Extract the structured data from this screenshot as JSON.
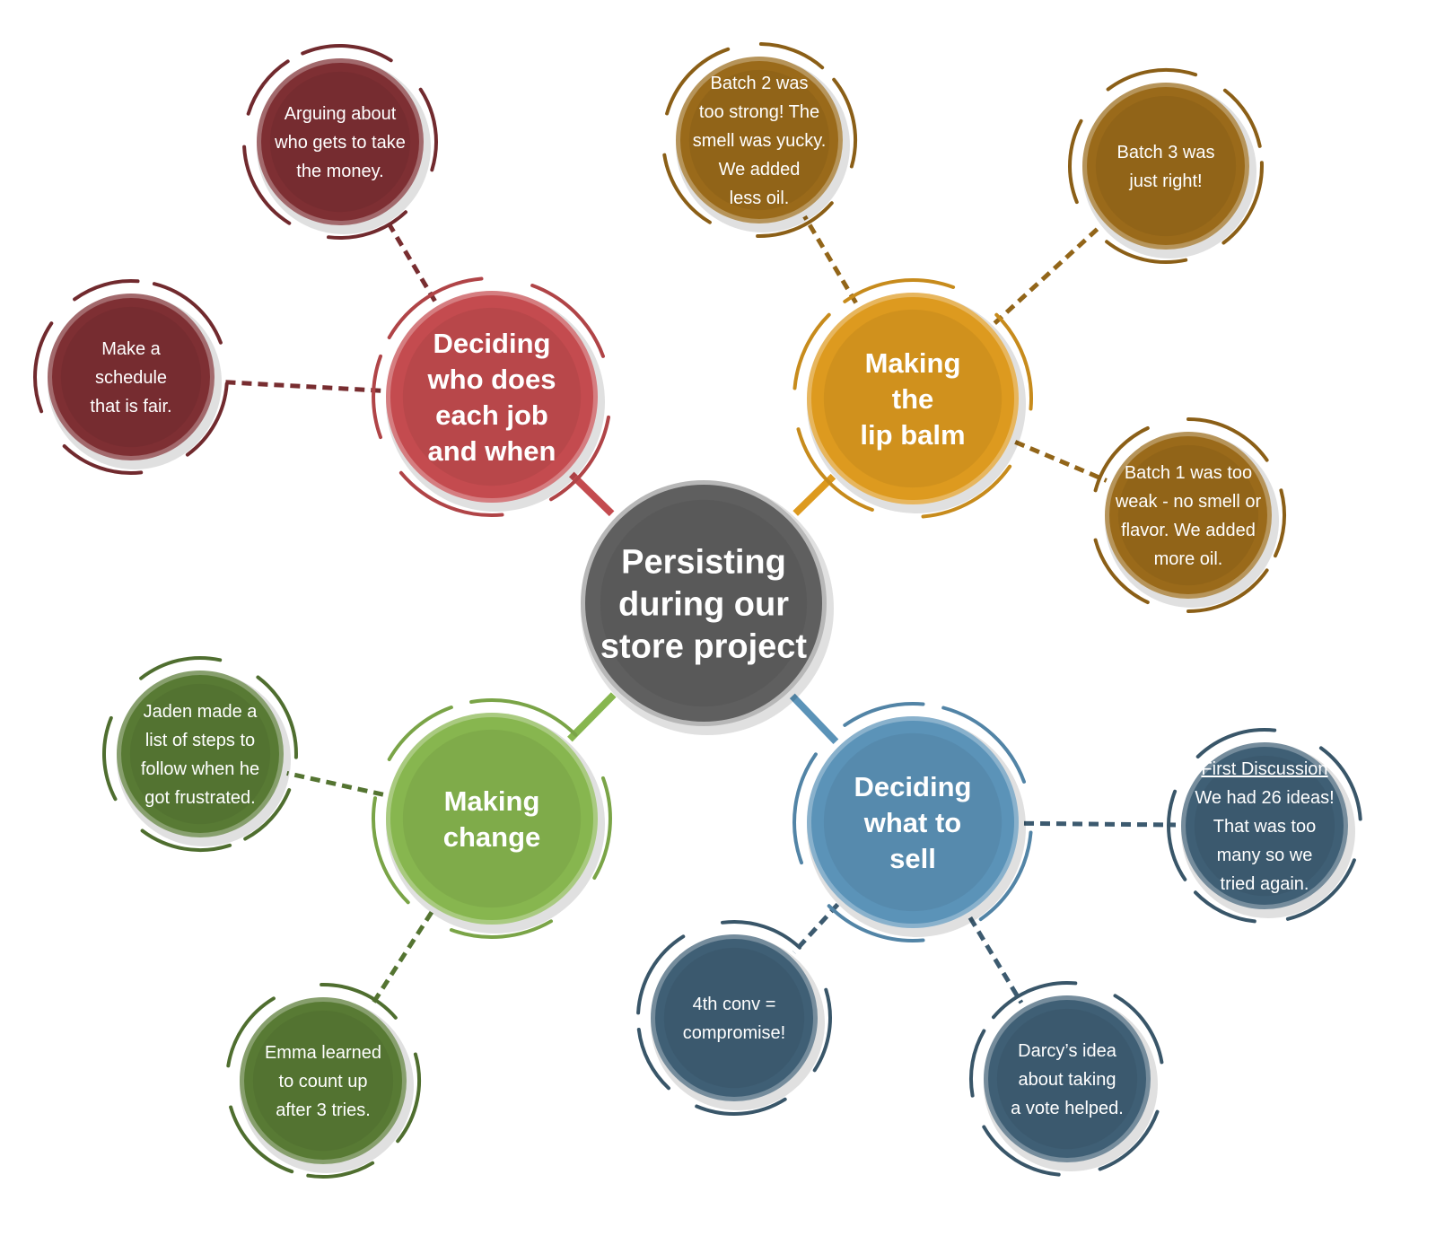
{
  "palette": {
    "center": "#5f5f5f",
    "red": "#c44b4f",
    "red_dark": "#7e2f33",
    "orange": "#dd9a1f",
    "orange_dark": "#9a6a1a",
    "green": "#87b64f",
    "green_dark": "#587a34",
    "blue": "#5b93b8",
    "blue_dark": "#3f5f75"
  },
  "center": {
    "lines": [
      "Persisting",
      "during our",
      "store project"
    ]
  },
  "branches": [
    {
      "id": "deciding-jobs",
      "color": "red",
      "lines": [
        "Deciding",
        "who does",
        "each job",
        "and when"
      ],
      "leaves": [
        {
          "id": "arguing-money",
          "lines": [
            "Arguing about",
            "who gets to take",
            "the money."
          ]
        },
        {
          "id": "make-schedule",
          "lines": [
            "Make a",
            "schedule",
            "that is fair."
          ]
        }
      ]
    },
    {
      "id": "making-lip-balm",
      "color": "orange",
      "lines": [
        "Making",
        "the",
        "lip balm"
      ],
      "leaves": [
        {
          "id": "batch-2",
          "lines": [
            "Batch 2 was",
            "too strong! The",
            "smell was yucky.",
            "We added",
            "less oil."
          ]
        },
        {
          "id": "batch-3",
          "lines": [
            "Batch 3 was",
            "just right!"
          ]
        },
        {
          "id": "batch-1",
          "lines": [
            "Batch 1 was too",
            "weak - no smell or",
            "flavor.  We added",
            "more oil."
          ]
        }
      ]
    },
    {
      "id": "making-change",
      "color": "green",
      "lines": [
        "Making",
        "change"
      ],
      "leaves": [
        {
          "id": "jaden-steps",
          "lines": [
            "Jaden made a",
            "list of steps to",
            "follow when he",
            "got frustrated."
          ]
        },
        {
          "id": "emma-count",
          "lines": [
            "Emma learned",
            "to count up",
            "after 3 tries."
          ]
        }
      ]
    },
    {
      "id": "deciding-what-to-sell",
      "color": "blue",
      "lines": [
        "Deciding",
        "what to",
        "sell"
      ],
      "leaves": [
        {
          "id": "first-discussion",
          "heading": "First Discussion",
          "lines": [
            "We had 26 ideas!",
            "That was too",
            "many so we",
            "tried again."
          ]
        },
        {
          "id": "fourth-conv",
          "lines": [
            "4th conv =",
            "compromise!"
          ]
        },
        {
          "id": "darcy-vote",
          "lines": [
            "Darcy’s idea",
            "about taking",
            "a vote helped."
          ]
        }
      ]
    }
  ]
}
